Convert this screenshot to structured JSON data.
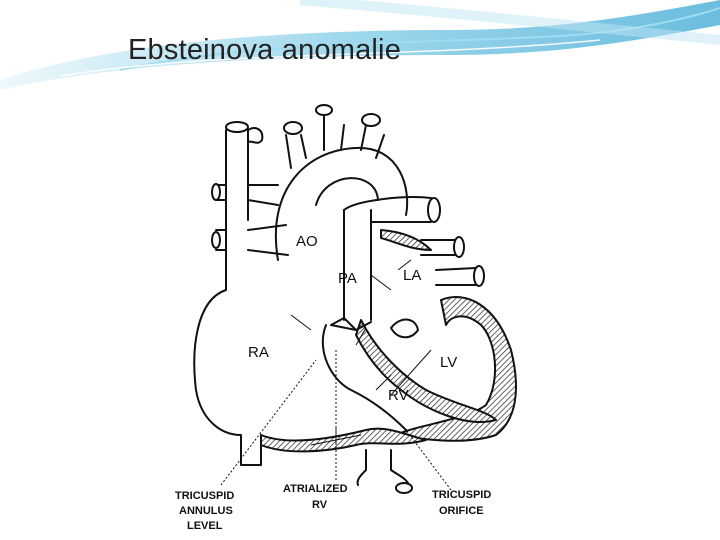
{
  "slide": {
    "title": "Ebsteinova anomalie"
  },
  "diagram": {
    "labels": {
      "ao": "AO",
      "pa": "PA",
      "la": "LA",
      "ra": "RA",
      "lv": "LV",
      "rv": "RV"
    },
    "captions": {
      "tricuspid_annulus_level": [
        "TRICUSPID",
        "ANNULUS",
        "LEVEL"
      ],
      "atrialized_rv": [
        "ATRIALIZED",
        "RV"
      ],
      "tricuspid_orifice": [
        "TRICUSPID",
        "ORIFICE"
      ]
    }
  },
  "colors": {
    "theme_blue": "#4fb3d9",
    "theme_light": "#bfe6f3",
    "line": "#111111"
  }
}
